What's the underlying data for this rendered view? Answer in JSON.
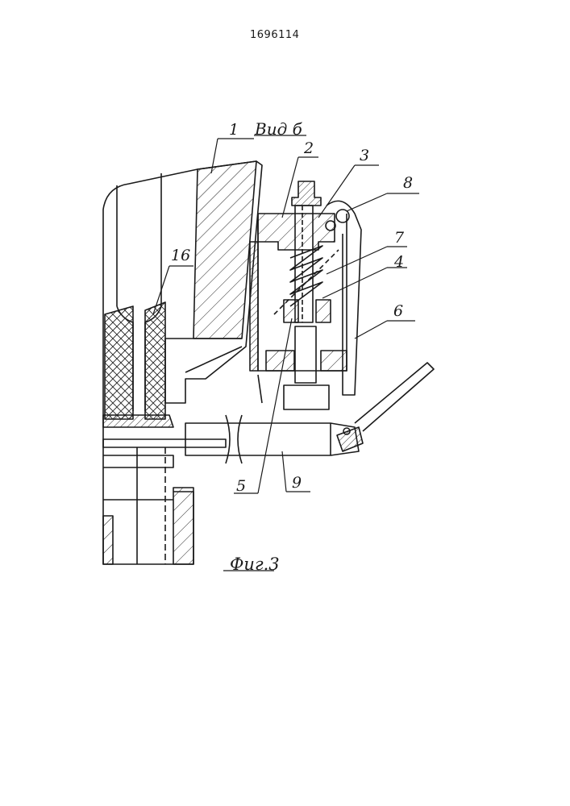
{
  "header": {
    "patent_number": "1696114"
  },
  "drawing": {
    "view_label": "Вид б",
    "figure_caption": "Фиг.3",
    "callouts": [
      {
        "id": "1",
        "text": "1"
      },
      {
        "id": "2",
        "text": "2"
      },
      {
        "id": "3",
        "text": "3"
      },
      {
        "id": "4",
        "text": "4"
      },
      {
        "id": "5",
        "text": "5"
      },
      {
        "id": "6",
        "text": "6"
      },
      {
        "id": "7",
        "text": "7"
      },
      {
        "id": "8",
        "text": "8"
      },
      {
        "id": "9",
        "text": "9"
      },
      {
        "id": "16",
        "text": "16"
      }
    ]
  }
}
